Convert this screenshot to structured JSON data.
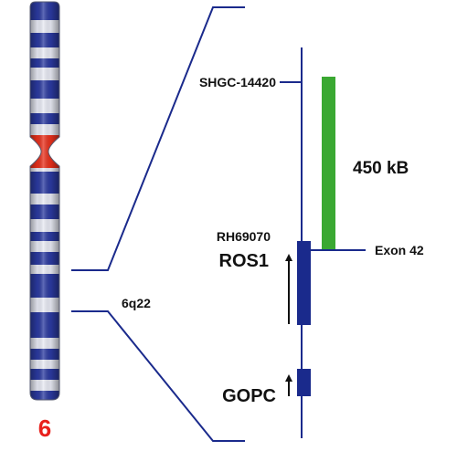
{
  "chromosome": {
    "number": "6",
    "colors": {
      "dark_band": "#2b3aa0",
      "light_band": "#e8eaf4",
      "centromere": "#e8301c",
      "number_color": "#e8201c"
    }
  },
  "band_label": "6q22",
  "markers": {
    "top": "SHGC-14420",
    "middle": "RH69070",
    "exon": "Exon 42"
  },
  "genes": [
    {
      "name": "ROS1",
      "direction": "up"
    },
    {
      "name": "GOPC",
      "direction": "up"
    }
  ],
  "region": {
    "label": "450 kB",
    "color": "#3aa832"
  },
  "line_color": "#1a2a8c"
}
